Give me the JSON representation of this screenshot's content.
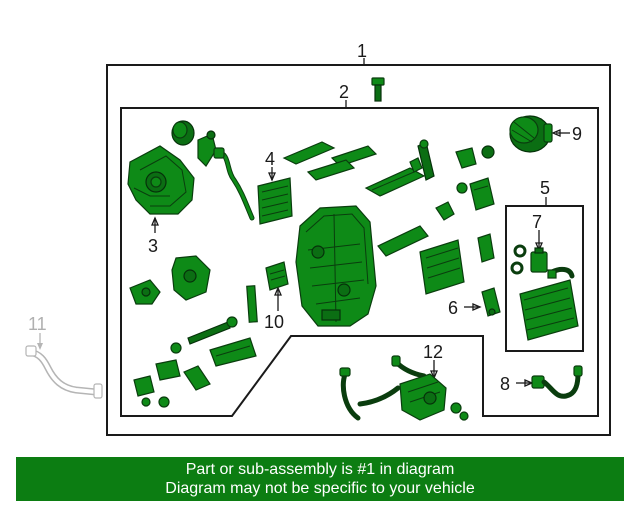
{
  "callouts": {
    "c1": "1",
    "c2": "2",
    "c3": "3",
    "c4": "4",
    "c5": "5",
    "c6": "6",
    "c7": "7",
    "c8": "8",
    "c9": "9",
    "c10": "10",
    "c11": "11",
    "c12": "12"
  },
  "footer": {
    "line1": "Part or sub-assembly is #1 in diagram",
    "line2": "Diagram may not be specific to your vehicle"
  },
  "colors": {
    "part_fill": "#0e8a17",
    "footer_bg": "#0c7d12",
    "line": "#1a1a1a",
    "out_of_assembly": "#b0b0b0"
  }
}
